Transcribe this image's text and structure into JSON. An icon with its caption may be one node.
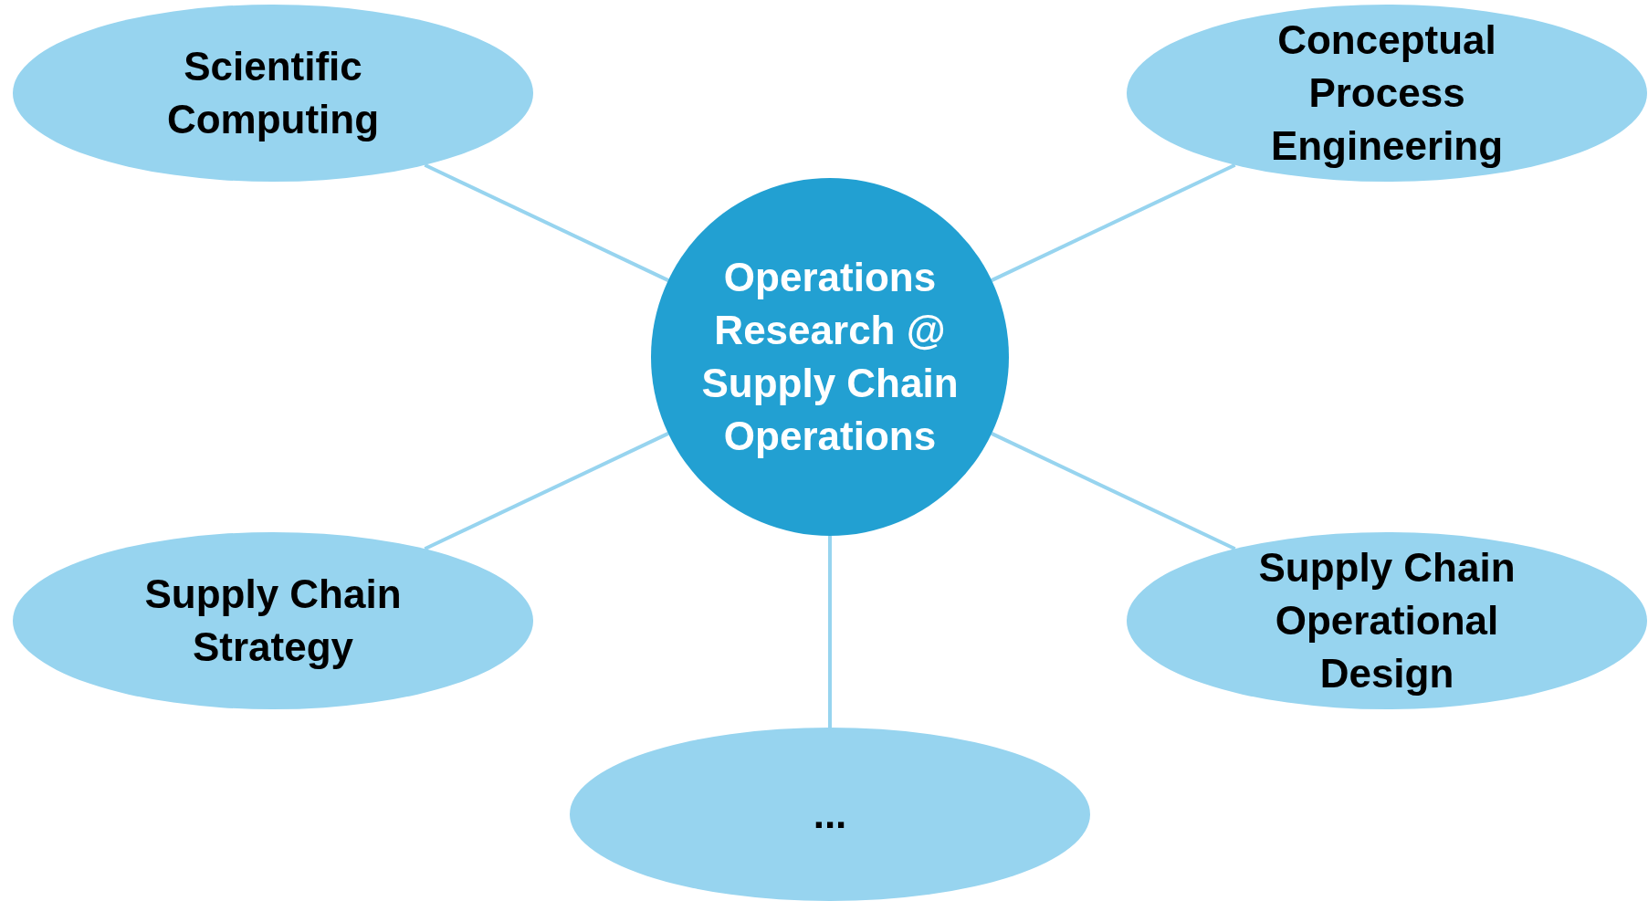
{
  "diagram": {
    "nodes": [
      {
        "text": [
          "Scientific Computing"
        ]
      },
      {
        "text": [
          "Conceptual Process Engineering"
        ]
      },
      {
        "text": [
          "Operations Research @ Supply Chain Operations"
        ]
      },
      {
        "text": [
          "Supply Chain Strategy"
        ]
      },
      {
        "text": [
          "Supply Chain Operational Design"
        ]
      },
      {
        "text": [
          "..."
        ]
      }
    ],
    "edges": [
      {
        "from": 2,
        "to": 0,
        "arrow": "none"
      },
      {
        "from": 2,
        "to": 1,
        "arrow": "none"
      },
      {
        "from": 2,
        "to": 3,
        "arrow": "none"
      },
      {
        "from": 2,
        "to": 4,
        "arrow": "none"
      },
      {
        "from": 2,
        "to": 5,
        "arrow": "none"
      }
    ]
  }
}
